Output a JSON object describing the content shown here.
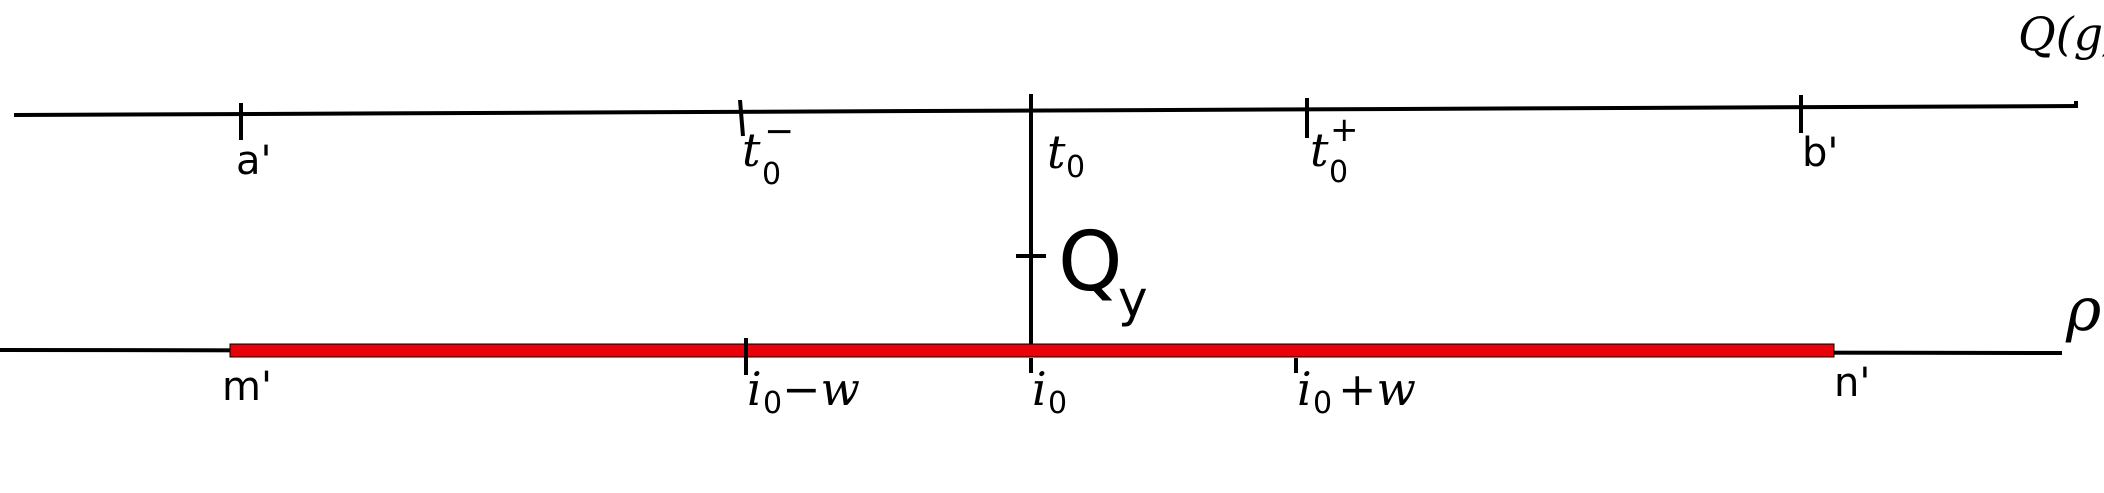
{
  "top_line": {
    "name": "Q(g)",
    "ticks": [
      {
        "id": "a-prime",
        "label": "a'",
        "style": "plain"
      },
      {
        "id": "t0-minus",
        "label": "t",
        "sub": "0",
        "sup": "−",
        "style": "math"
      },
      {
        "id": "t0",
        "label": "t",
        "sub": "0",
        "style": "math"
      },
      {
        "id": "t0-plus",
        "label": "t",
        "sub": "0",
        "sup": "+",
        "style": "math"
      },
      {
        "id": "b-prime",
        "label": "b'",
        "style": "plain"
      }
    ]
  },
  "bottom_line": {
    "name": "ρ",
    "highlight_color": "#e8000b",
    "ticks": [
      {
        "id": "m-prime",
        "label": "m'",
        "style": "plain"
      },
      {
        "id": "i0-minus-w",
        "label": "i",
        "sub": "0",
        "suffix": "−w",
        "style": "math"
      },
      {
        "id": "i0",
        "label": "i",
        "sub": "0",
        "style": "math"
      },
      {
        "id": "i0-plus-w",
        "label": "i",
        "sub": "0",
        "suffix": "+w",
        "style": "math"
      },
      {
        "id": "n-prime",
        "label": "n'",
        "style": "plain"
      }
    ]
  },
  "connector": {
    "label": "Q",
    "sub": "y"
  },
  "colors": {
    "line": "#000000",
    "highlight": "#e8000b"
  }
}
